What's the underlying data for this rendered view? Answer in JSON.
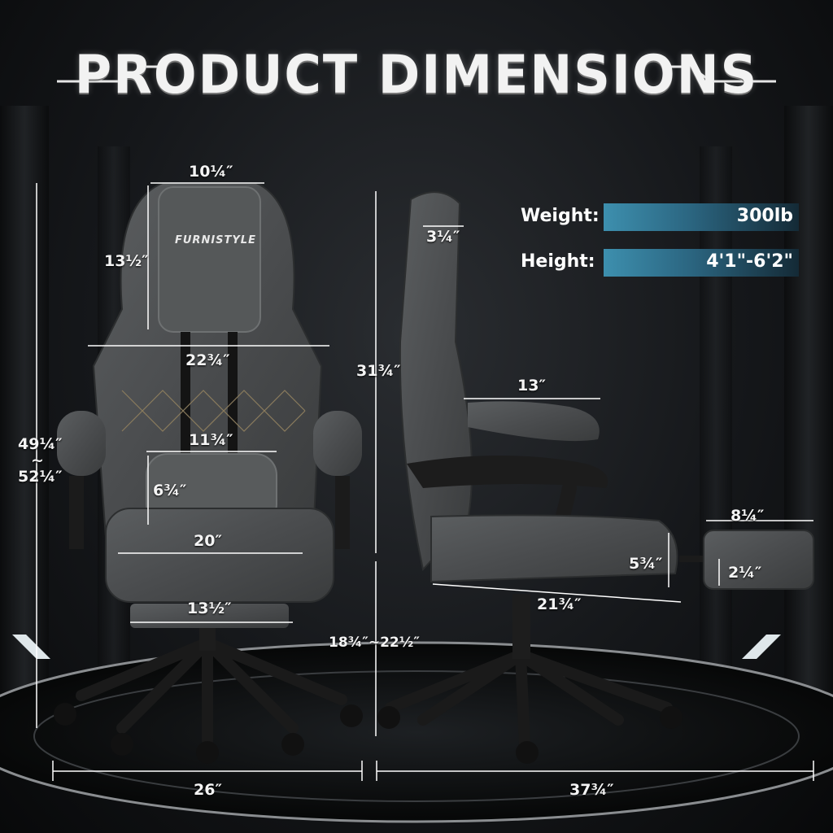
{
  "title": "PRODUCT DIMENSIONS",
  "brand": "FURNISTYLE",
  "specs": [
    {
      "label": "Weight:",
      "value": "300lb"
    },
    {
      "label": "Height:",
      "value": "4'1\"-6'2\""
    }
  ],
  "front_view": {
    "headrest_width": "10¼″",
    "headrest_height": "13½″",
    "back_width": "22¾″",
    "lumbar_width": "11¾″",
    "lumbar_height": "6¾″",
    "seat_width": "20″",
    "footrest_width": "13½″",
    "total_height": "49¼″",
    "total_height_sep": "~",
    "total_height_max": "52¼″",
    "base_width": "26″"
  },
  "side_view": {
    "headrest_depth": "3¼″",
    "back_height": "31¾″",
    "armrest_length": "13″",
    "seat_depth": "21¾″",
    "seat_thickness": "5¾″",
    "footrest_length": "8¼″",
    "footrest_thickness": "2¼″",
    "seat_height": "18¾″~22½″",
    "total_depth": "37¾″"
  },
  "colors": {
    "upholstery": "#4a4c4d",
    "accent_bar": "#3d8fae",
    "background": "#15171a"
  }
}
